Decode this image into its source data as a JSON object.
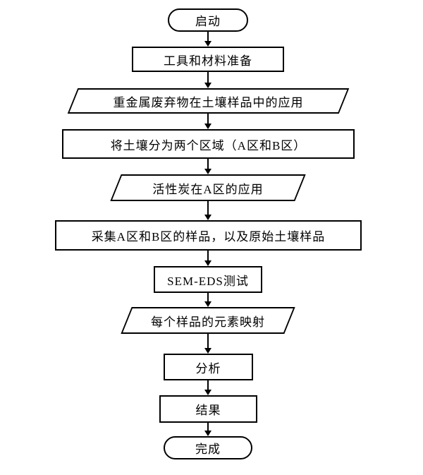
{
  "diagram": {
    "type": "flowchart",
    "direction": "top-down",
    "colors": {
      "stroke": "#000000",
      "fill": "#ffffff",
      "background": "#ffffff"
    },
    "nodes": [
      {
        "id": "start",
        "shape": "terminator",
        "label": "启动"
      },
      {
        "id": "tools-prep",
        "shape": "process",
        "label": "工具和材料准备"
      },
      {
        "id": "waste-application",
        "shape": "parallelogram",
        "label": "重金属废弃物在土壤样品中的应用"
      },
      {
        "id": "divide-areas",
        "shape": "process",
        "label": "将土壤分为两个区域（A区和B区）"
      },
      {
        "id": "activated-carbon",
        "shape": "parallelogram",
        "label": "活性炭在A区的应用"
      },
      {
        "id": "collect-samples",
        "shape": "process",
        "label": "采集A区和B区的样品，以及原始土壤样品"
      },
      {
        "id": "sem-eds-test",
        "shape": "process",
        "label": "SEM-EDS测试"
      },
      {
        "id": "element-mapping",
        "shape": "parallelogram",
        "label": "每个样品的元素映射"
      },
      {
        "id": "analysis",
        "shape": "process",
        "label": "分析"
      },
      {
        "id": "result",
        "shape": "process",
        "label": "结果"
      },
      {
        "id": "done",
        "shape": "terminator",
        "label": "完成"
      }
    ],
    "edges": [
      {
        "from": "start",
        "to": "tools-prep"
      },
      {
        "from": "tools-prep",
        "to": "waste-application"
      },
      {
        "from": "waste-application",
        "to": "divide-areas"
      },
      {
        "from": "divide-areas",
        "to": "activated-carbon"
      },
      {
        "from": "activated-carbon",
        "to": "collect-samples"
      },
      {
        "from": "collect-samples",
        "to": "sem-eds-test"
      },
      {
        "from": "sem-eds-test",
        "to": "element-mapping"
      },
      {
        "from": "element-mapping",
        "to": "analysis"
      },
      {
        "from": "analysis",
        "to": "result"
      },
      {
        "from": "result",
        "to": "done"
      }
    ]
  }
}
